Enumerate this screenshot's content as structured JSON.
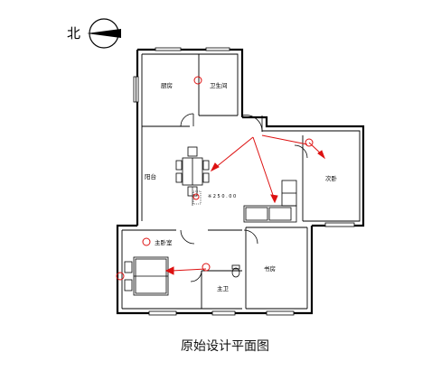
{
  "compass": {
    "north_label": "北"
  },
  "rooms": {
    "top_left": "厨房",
    "top_right": "卫生间",
    "left_middle": "阳台",
    "right_upper": "次卧",
    "master_bedroom": "主卧室",
    "right_lower": "书房",
    "bottom_center": "主卫"
  },
  "annotation": "※ 2 5 0 . 0 0",
  "caption": "原始设计平面图",
  "colors": {
    "wall": "#000000",
    "marker": "#dd1111",
    "background": "#ffffff"
  }
}
